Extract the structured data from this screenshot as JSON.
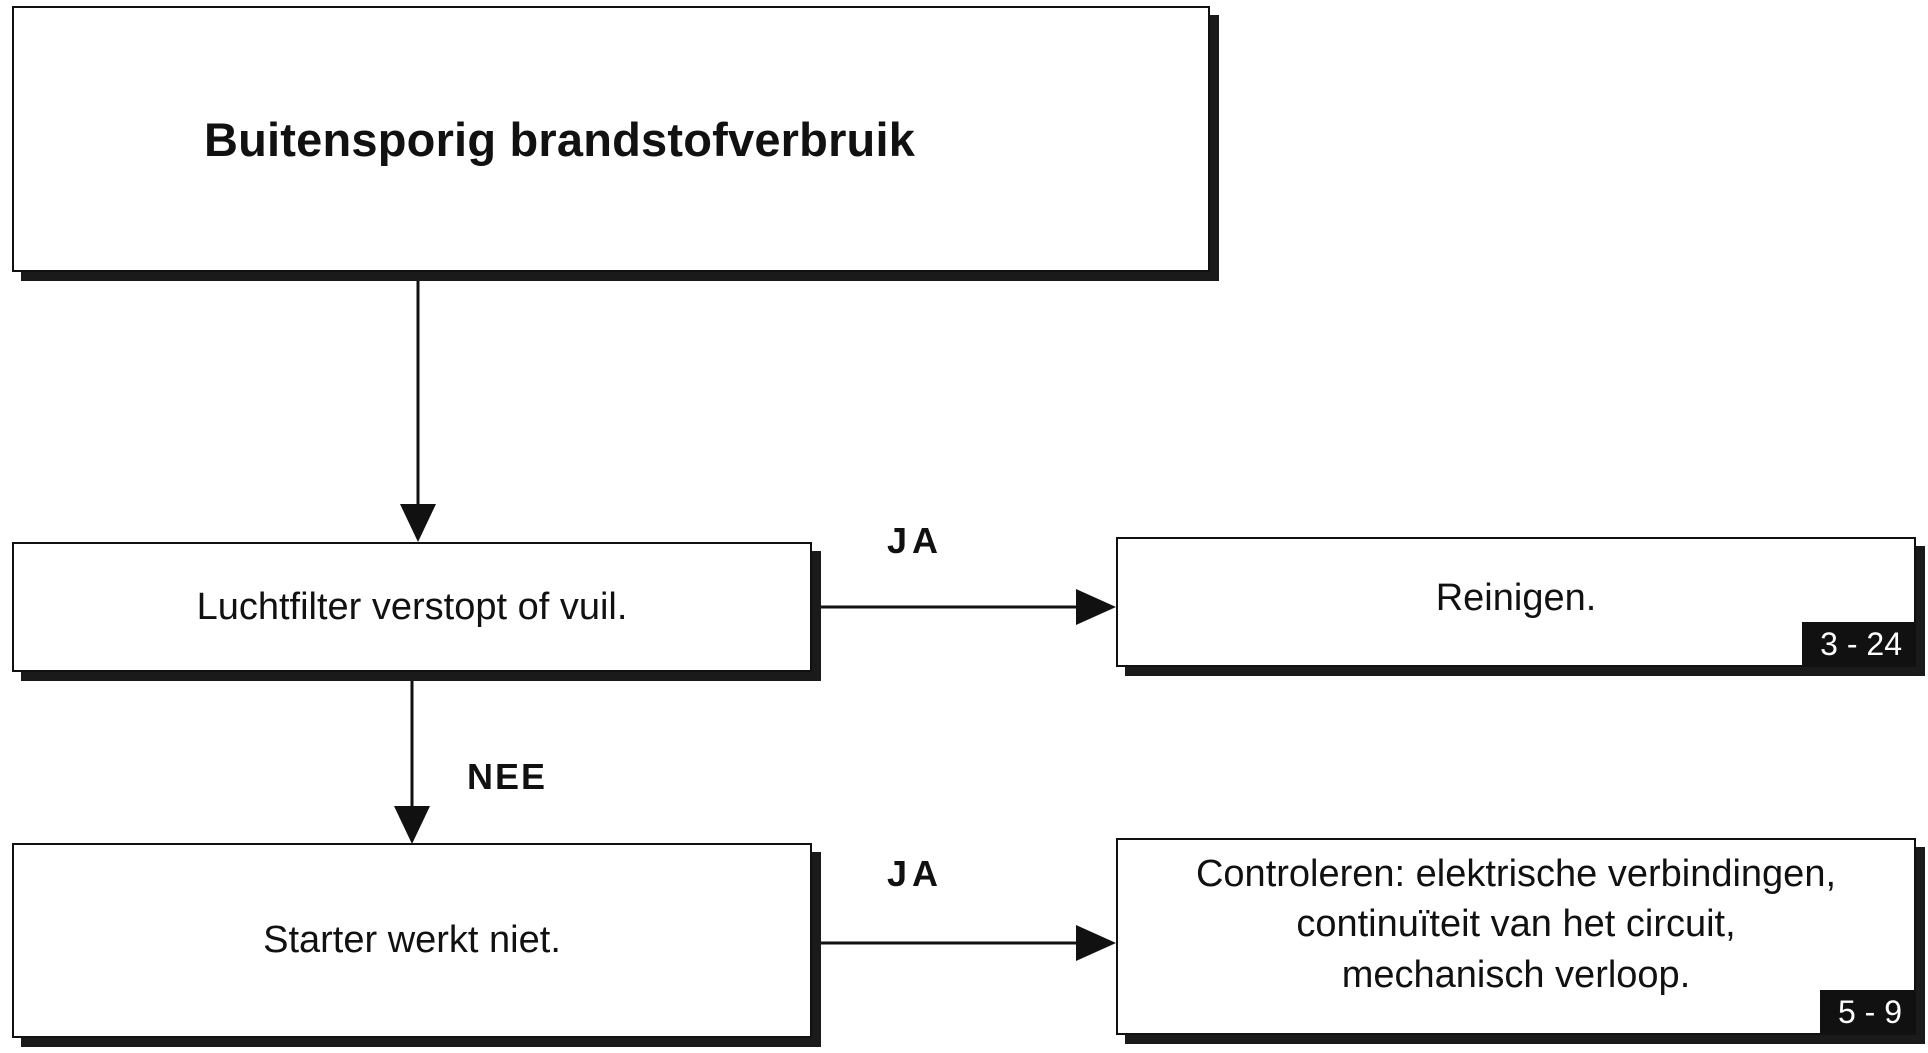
{
  "title": "Buitensporig brandstofverbruik",
  "steps": [
    {
      "question": "Luchtfilter verstopt of vuil.",
      "yes_label": "JA",
      "action": "Reinigen.",
      "reference": "3 - 24"
    },
    {
      "question": "Starter werkt niet.",
      "yes_label": "JA",
      "action": "Controleren: elektrische verbindingen,\ncontinuïteit van het circuit,\nmechanisch verloop.",
      "reference": "5 - 9"
    }
  ],
  "no_label": "NEE"
}
